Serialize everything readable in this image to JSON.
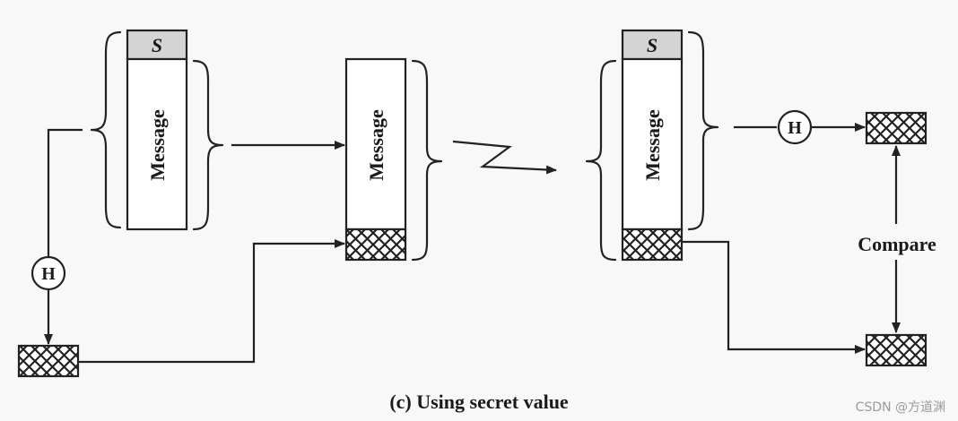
{
  "diagram": {
    "message_label": "Message",
    "secret_label": "S",
    "hash_label": "H",
    "compare_label": "Compare",
    "caption": "(c) Using secret value"
  },
  "watermark": "CSDN @方道渊"
}
